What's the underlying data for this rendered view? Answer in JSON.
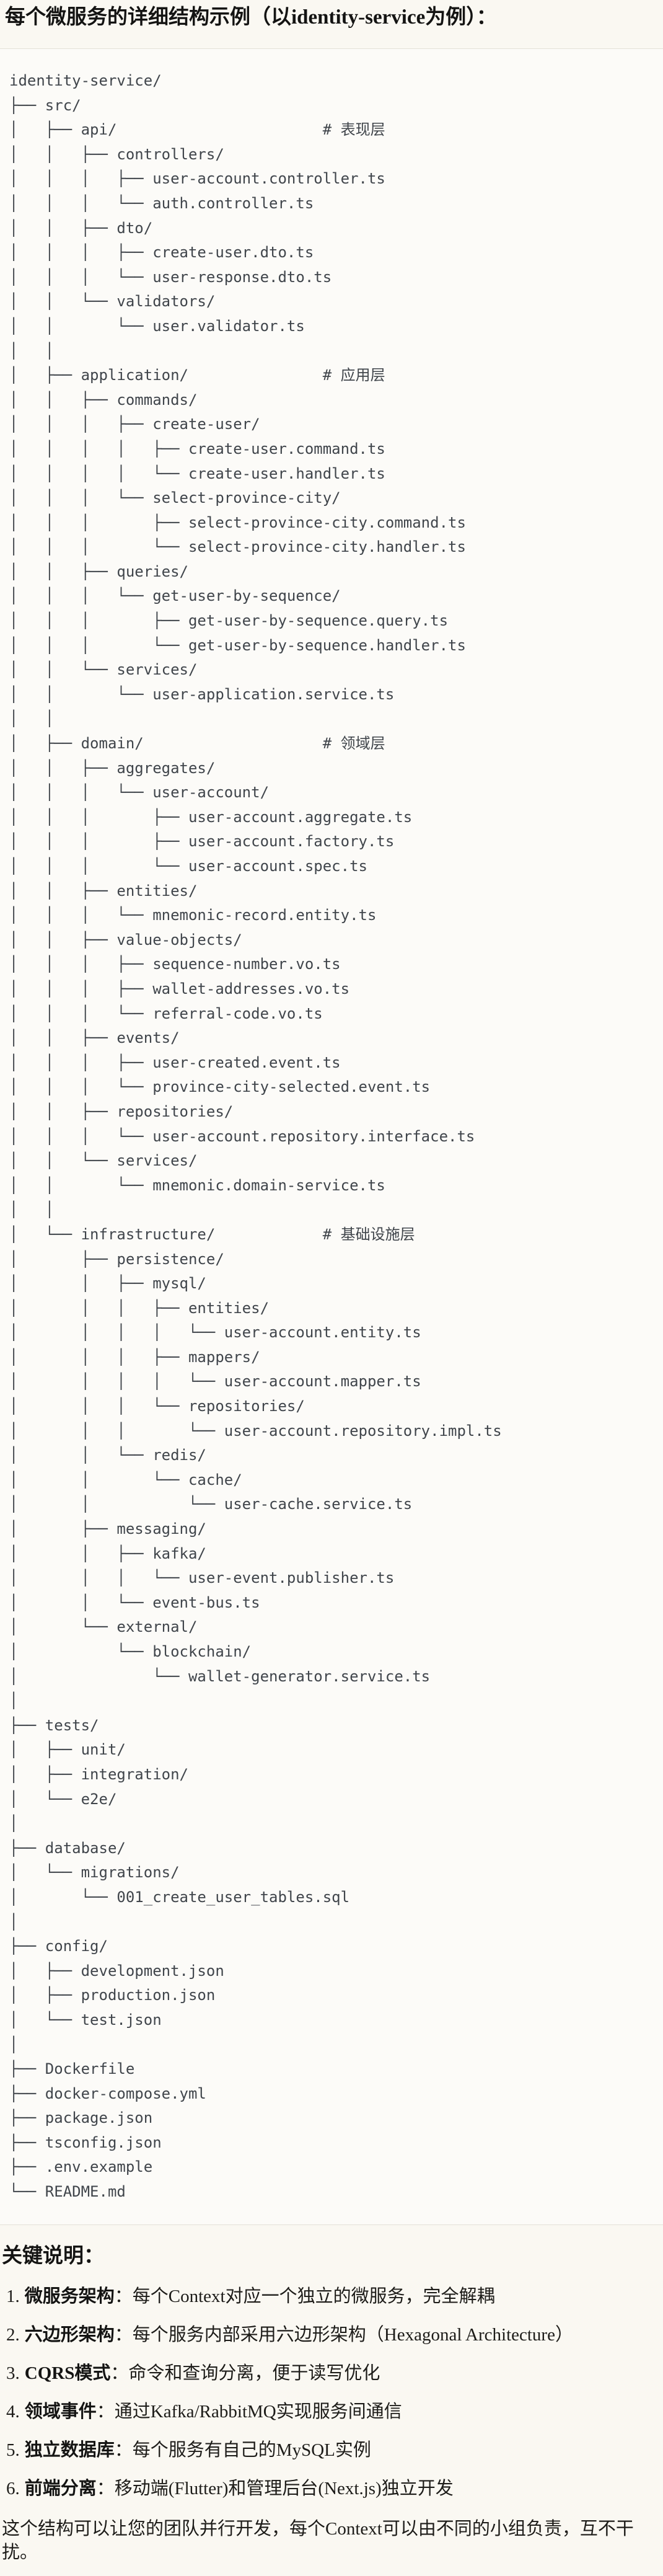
{
  "title": "每个微服务的详细结构示例（以identity-service为例）：",
  "tree": {
    "lines": [
      "identity-service/",
      "├── src/",
      "│   ├── api/                       # 表现层",
      "│   │   ├── controllers/",
      "│   │   │   ├── user-account.controller.ts",
      "│   │   │   └── auth.controller.ts",
      "│   │   ├── dto/",
      "│   │   │   ├── create-user.dto.ts",
      "│   │   │   └── user-response.dto.ts",
      "│   │   └── validators/",
      "│   │       └── user.validator.ts",
      "│   │",
      "│   ├── application/               # 应用层",
      "│   │   ├── commands/",
      "│   │   │   ├── create-user/",
      "│   │   │   │   ├── create-user.command.ts",
      "│   │   │   │   └── create-user.handler.ts",
      "│   │   │   └── select-province-city/",
      "│   │   │       ├── select-province-city.command.ts",
      "│   │   │       └── select-province-city.handler.ts",
      "│   │   ├── queries/",
      "│   │   │   └── get-user-by-sequence/",
      "│   │   │       ├── get-user-by-sequence.query.ts",
      "│   │   │       └── get-user-by-sequence.handler.ts",
      "│   │   └── services/",
      "│   │       └── user-application.service.ts",
      "│   │",
      "│   ├── domain/                    # 领域层",
      "│   │   ├── aggregates/",
      "│   │   │   └── user-account/",
      "│   │   │       ├── user-account.aggregate.ts",
      "│   │   │       ├── user-account.factory.ts",
      "│   │   │       └── user-account.spec.ts",
      "│   │   ├── entities/",
      "│   │   │   └── mnemonic-record.entity.ts",
      "│   │   ├── value-objects/",
      "│   │   │   ├── sequence-number.vo.ts",
      "│   │   │   ├── wallet-addresses.vo.ts",
      "│   │   │   └── referral-code.vo.ts",
      "│   │   ├── events/",
      "│   │   │   ├── user-created.event.ts",
      "│   │   │   └── province-city-selected.event.ts",
      "│   │   ├── repositories/",
      "│   │   │   └── user-account.repository.interface.ts",
      "│   │   └── services/",
      "│   │       └── mnemonic.domain-service.ts",
      "│   │",
      "│   └── infrastructure/            # 基础设施层",
      "│       ├── persistence/",
      "│       │   ├── mysql/",
      "│       │   │   ├── entities/",
      "│       │   │   │   └── user-account.entity.ts",
      "│       │   │   ├── mappers/",
      "│       │   │   │   └── user-account.mapper.ts",
      "│       │   │   └── repositories/",
      "│       │   │       └── user-account.repository.impl.ts",
      "│       │   └── redis/",
      "│       │       └── cache/",
      "│       │           └── user-cache.service.ts",
      "│       ├── messaging/",
      "│       │   ├── kafka/",
      "│       │   │   └── user-event.publisher.ts",
      "│       │   └── event-bus.ts",
      "│       └── external/",
      "│           └── blockchain/",
      "│               └── wallet-generator.service.ts",
      "│",
      "├── tests/",
      "│   ├── unit/",
      "│   ├── integration/",
      "│   └── e2e/",
      "│",
      "├── database/",
      "│   └── migrations/",
      "│       └── 001_create_user_tables.sql",
      "│",
      "├── config/",
      "│   ├── development.json",
      "│   ├── production.json",
      "│   └── test.json",
      "│",
      "├── Dockerfile",
      "├── docker-compose.yml",
      "├── package.json",
      "├── tsconfig.json",
      "├── .env.example",
      "└── README.md"
    ]
  },
  "notes": {
    "heading": "关键说明：",
    "items": [
      {
        "num": "1.",
        "term": "微服务架构",
        "colon": "：",
        "desc": "每个Context对应一个独立的微服务，完全解耦"
      },
      {
        "num": "2.",
        "term": "六边形架构",
        "colon": "：",
        "desc": "每个服务内部采用六边形架构（Hexagonal Architecture）"
      },
      {
        "num": "3.",
        "term": "CQRS模式",
        "colon": "：",
        "desc": "命令和查询分离，便于读写优化"
      },
      {
        "num": "4.",
        "term": "领域事件",
        "colon": "：",
        "desc": "通过Kafka/RabbitMQ实现服务间通信"
      },
      {
        "num": "5.",
        "term": "独立数据库",
        "colon": "：",
        "desc": "每个服务有自己的MySQL实例"
      },
      {
        "num": "6.",
        "term": "前端分离",
        "colon": "：",
        "desc": "移动端(Flutter)和管理后台(Next.js)独立开发"
      }
    ]
  },
  "footer": "这个结构可以让您的团队并行开发，每个Context可以由不同的小组负责，互不干扰。"
}
